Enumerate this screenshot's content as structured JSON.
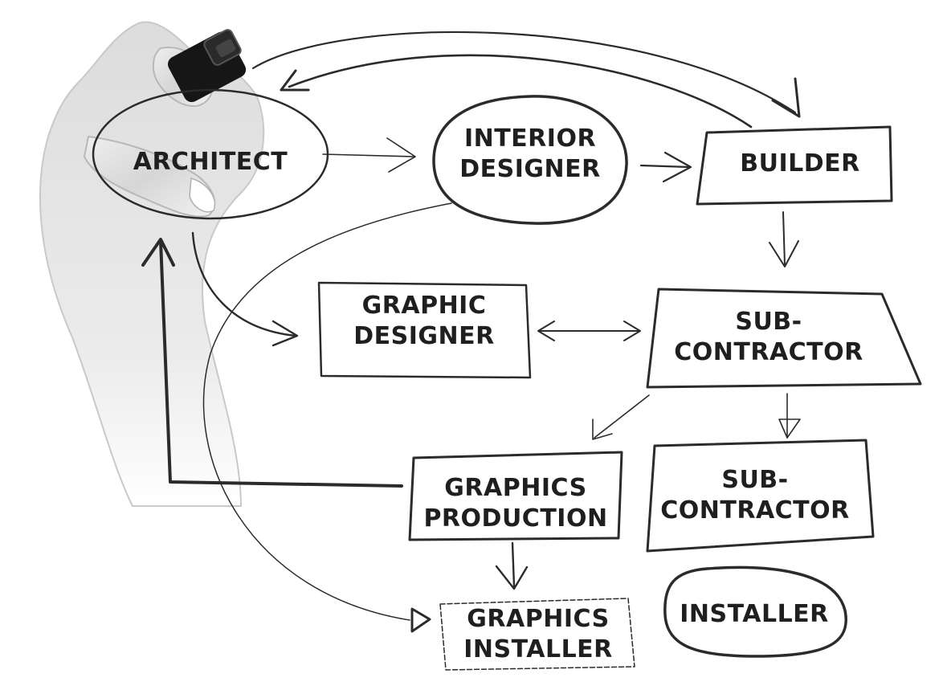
{
  "ink_color": "#2b2b2b",
  "nodes": {
    "architect": {
      "lines": [
        "ARCHITECT"
      ]
    },
    "interior_designer": {
      "lines": [
        "INTERIOR",
        "DESIGNER"
      ]
    },
    "builder": {
      "lines": [
        "BUILDER"
      ]
    },
    "graphic_designer": {
      "lines": [
        "GRAPHIC",
        "DESIGNER"
      ]
    },
    "sub_contractor_1": {
      "lines": [
        "SUB-",
        "CONTRACTOR"
      ]
    },
    "graphics_production": {
      "lines": [
        "GRAPHICS",
        "PRODUCTION"
      ]
    },
    "sub_contractor_2": {
      "lines": [
        "SUB-",
        "CONTRACTOR"
      ]
    },
    "graphics_installer": {
      "lines": [
        "GRAPHICS",
        "INSTALLER"
      ]
    },
    "installer": {
      "lines": [
        "INSTALLER"
      ]
    }
  },
  "illustration": {
    "hand_holding_marker": "hand-marker-illustration"
  }
}
